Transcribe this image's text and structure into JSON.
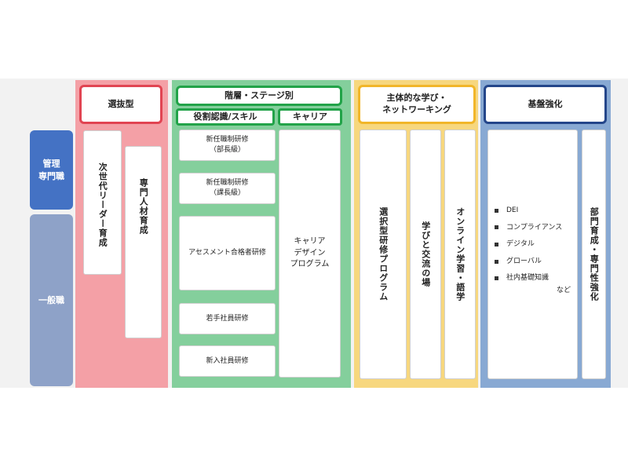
{
  "levels": {
    "manager": "管理\n専門職",
    "general": "一般職"
  },
  "columns": {
    "selection": {
      "header": "選抜型",
      "items": [
        "次世代リーダー育成",
        "専門人材育成"
      ],
      "color": "#f4a0a6",
      "border": "#e14452"
    },
    "tiered": {
      "header": "階層・ステージ別",
      "sub_role": "役割認識/スキル",
      "sub_career": "キャリア",
      "role_items": [
        "新任職制研修\n（部長級）",
        "新任職制研修\n（課長級）",
        "アセスメント合格者研修",
        "若手社員研修",
        "新入社員研修"
      ],
      "career_item": "キャリア\nデザイン\nプログラム",
      "color": "#84cf9c",
      "border": "#22a349"
    },
    "proactive": {
      "header": "主体的な学び・\nネットワーキング",
      "items": [
        "選択型研修プログラム",
        "学びと交流の場",
        "オンライン学習・語学"
      ],
      "color": "#f7d77e",
      "border": "#f1b629"
    },
    "foundation": {
      "header": "基盤強化",
      "list": [
        "DEI",
        "コンプライアンス",
        "デジタル",
        "グローバル",
        "社内基礎知識"
      ],
      "list_suffix": "など",
      "dept_item": "部門育成・専門性強化",
      "color": "#88a9d3",
      "border": "#24468a"
    }
  }
}
